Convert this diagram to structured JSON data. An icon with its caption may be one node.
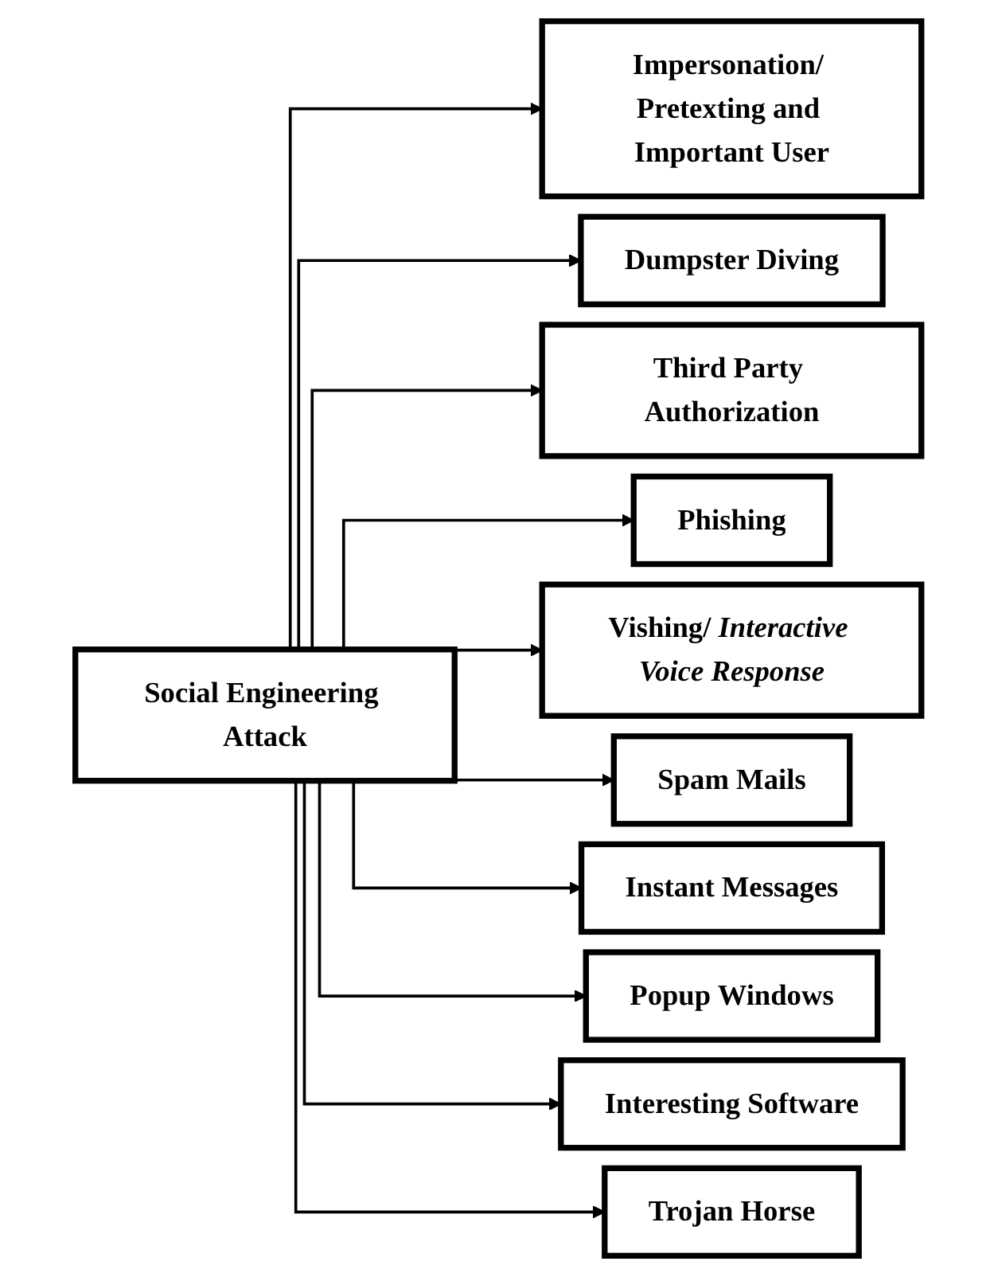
{
  "diagram": {
    "nodes": [
      {
        "text": [
          "Social Engineering Attack"
        ]
      },
      {
        "text": [
          "Impersonation/ Pretexting and Important User"
        ]
      },
      {
        "text": [
          "Dumpster Diving"
        ]
      },
      {
        "text": [
          "Third Party Authorization"
        ]
      },
      {
        "text": [
          "Phishing"
        ]
      },
      {
        "text": [
          "Vishing/ *Interactive Voice Response*"
        ]
      },
      {
        "text": [
          "Spam Mails"
        ]
      },
      {
        "text": [
          "Instant Messages"
        ]
      },
      {
        "text": [
          "Popup Windows"
        ]
      },
      {
        "text": [
          "Interesting Software"
        ]
      },
      {
        "text": [
          "Trojan Horse"
        ]
      }
    ],
    "edges": [
      {
        "from": 0,
        "to": 1,
        "arrow": "to"
      },
      {
        "from": 0,
        "to": 2,
        "arrow": "to"
      },
      {
        "from": 0,
        "to": 3,
        "arrow": "to"
      },
      {
        "from": 0,
        "to": 4,
        "arrow": "to"
      },
      {
        "from": 0,
        "to": 5,
        "arrow": "to"
      },
      {
        "from": 0,
        "to": 6,
        "arrow": "to"
      },
      {
        "from": 0,
        "to": 7,
        "arrow": "to"
      },
      {
        "from": 0,
        "to": 8,
        "arrow": "to"
      },
      {
        "from": 0,
        "to": 9,
        "arrow": "to"
      },
      {
        "from": 0,
        "to": 10,
        "arrow": "to"
      }
    ]
  }
}
